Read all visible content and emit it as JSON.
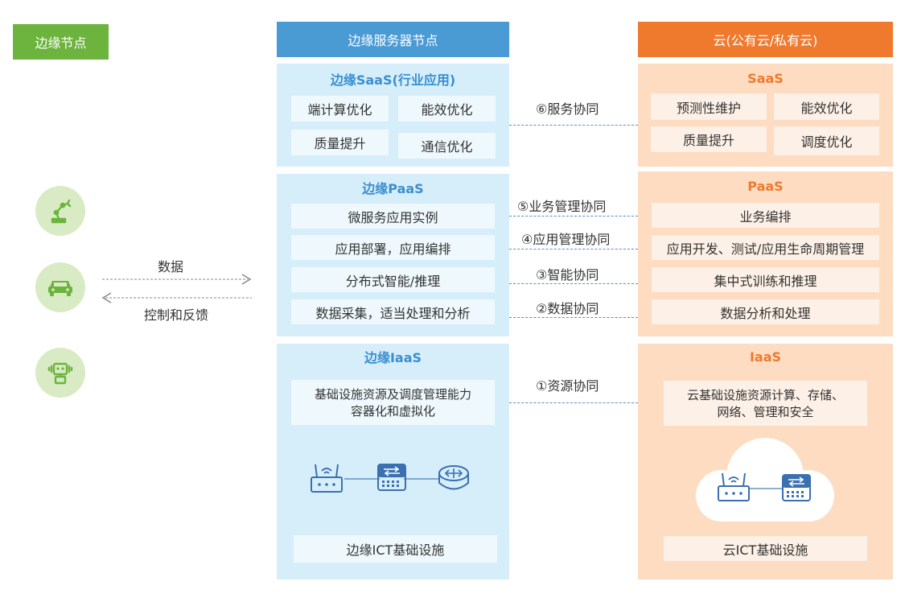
{
  "edge_tag": "边缘节点",
  "headers": {
    "edge": "边缘服务器节点",
    "cloud": "云(公有云/私有云)"
  },
  "edge": {
    "saas": {
      "title": "边缘SaaS(行业应用)",
      "items": [
        "端计算优化",
        "能效优化",
        "质量提升",
        "通信优化"
      ]
    },
    "paas": {
      "title": "边缘PaaS",
      "items": [
        "微服务应用实例",
        "应用部署，应用编排",
        "分布式智能/推理",
        "数据采集，适当处理和分析"
      ]
    },
    "iaas": {
      "title": "边缘IaaS",
      "line1": "基础设施资源及调度管理能力",
      "line2": "容器化和虚拟化",
      "footer": "边缘ICT基础设施"
    }
  },
  "cloud": {
    "saas": {
      "title": "SaaS",
      "items": [
        "预测性维护",
        "能效优化",
        "质量提升",
        "调度优化"
      ]
    },
    "paas": {
      "title": "PaaS",
      "items": [
        "业务编排",
        "应用开发、测试/应用生命周期管理",
        "集中式训练和推理",
        "数据分析和处理"
      ]
    },
    "iaas": {
      "title": "IaaS",
      "line1": "云基础设施资源计算、存储、",
      "line2": "网络、管理和安全",
      "footer": "云ICT基础设施"
    }
  },
  "relations": [
    "⑥服务协同",
    "⑤业务管理协同",
    "④应用管理协同",
    "③智能协同",
    "②数据协同",
    "①资源协同"
  ],
  "flows": {
    "data": "数据",
    "control": "控制和反馈"
  },
  "icons": [
    "robot-arm-icon",
    "car-icon",
    "robot-icon",
    "router-icon",
    "switch-icon",
    "gateway-icon",
    "cloud-icon"
  ],
  "colors": {
    "green": "#6cb43e",
    "edge_blue": "#4a9ad4",
    "cloud_orange": "#ef7a2e",
    "edge_bg": "#d6eefa",
    "cloud_bg": "#fddcc2"
  }
}
